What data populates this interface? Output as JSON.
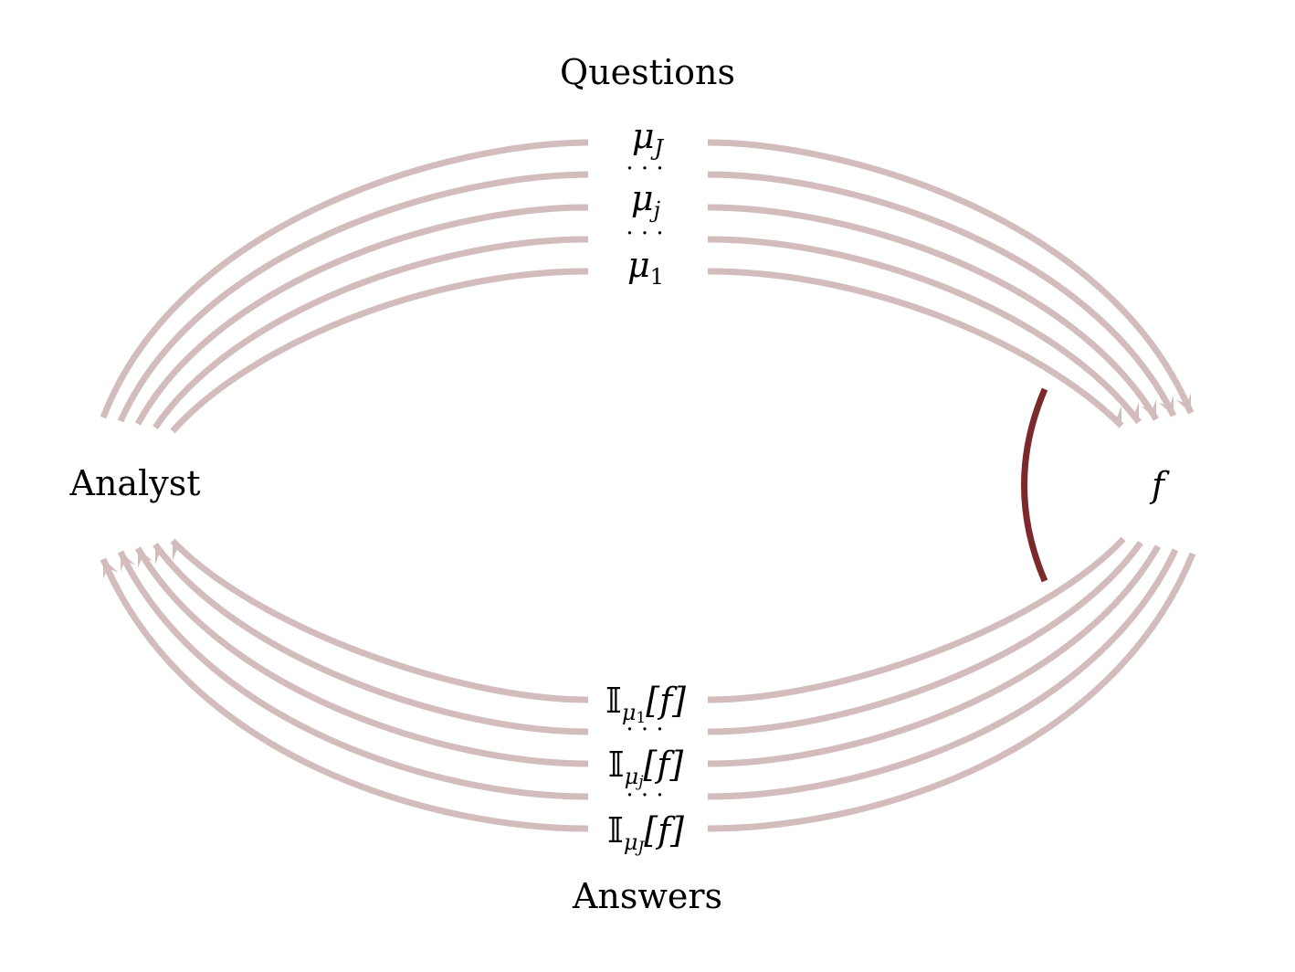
{
  "labels": {
    "questions": "Questions",
    "answers": "Answers",
    "analyst": "Analyst",
    "f": "f"
  },
  "questions": [
    {
      "base": "μ",
      "sub": "J"
    },
    {
      "dots": "· · ·"
    },
    {
      "base": "μ",
      "sub": "j"
    },
    {
      "dots": "· · ·"
    },
    {
      "base": "μ",
      "sub": "1"
    }
  ],
  "answers": [
    {
      "op": "𝕀",
      "base": "μ",
      "sub": "1",
      "arg": "[f]"
    },
    {
      "dots": "· · ·"
    },
    {
      "op": "𝕀",
      "base": "μ",
      "sub": "j",
      "arg": "[f]"
    },
    {
      "dots": "· · ·"
    },
    {
      "op": "𝕀",
      "base": "μ",
      "sub": "J",
      "arg": "[f]"
    }
  ],
  "colors": {
    "arrow": "#d3bcbc",
    "barrier": "#7b2a2c"
  }
}
